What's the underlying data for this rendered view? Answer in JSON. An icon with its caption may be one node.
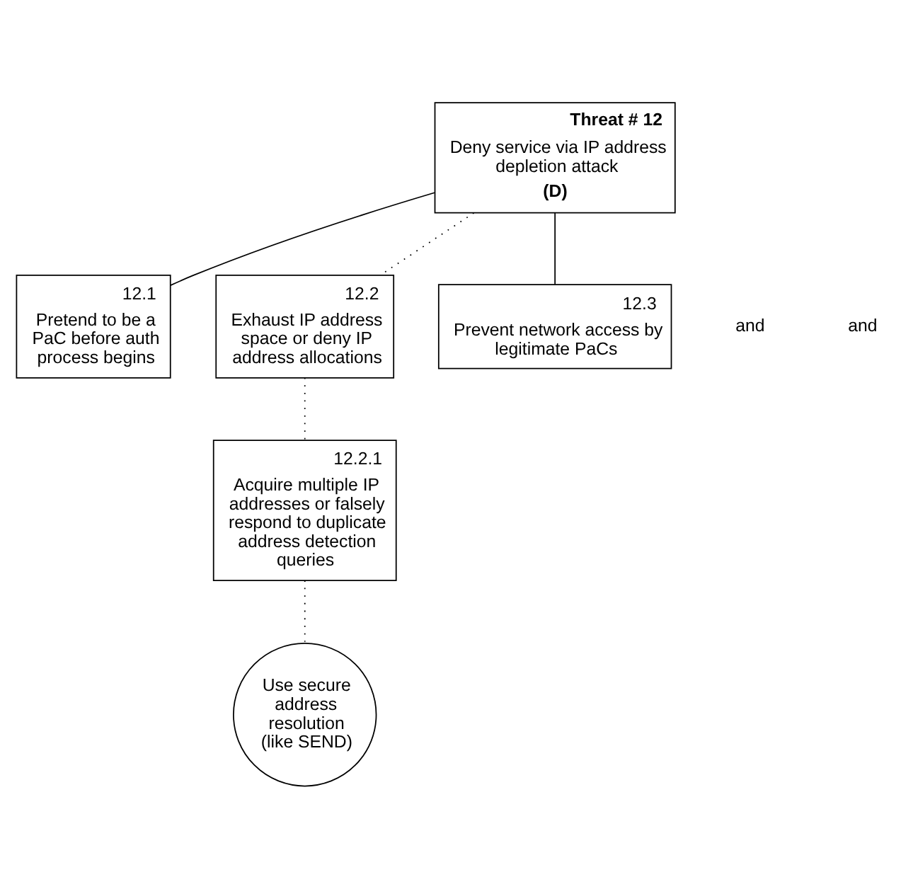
{
  "diagram": {
    "nodes": [
      {
        "text": [
          "Threat # 12",
          "Deny service via IP address depletion attack",
          "(D)"
        ]
      },
      {
        "text": [
          "12.1",
          "Pretend to be a PaC before auth process begins"
        ]
      },
      {
        "text": [
          "12.2",
          "Exhaust IP address space or deny IP address allocations"
        ]
      },
      {
        "text": [
          "12.3",
          "Prevent network access by legitimate PaCs"
        ]
      },
      {
        "text": [
          "12.2.1",
          "Acquire multiple IP addresses or falsely respond to duplicate address detection queries"
        ]
      },
      {
        "text": [
          "Use secure address resolution (like SEND)"
        ]
      }
    ],
    "edges": [
      {
        "from": 0,
        "to": 1,
        "arrow": "none"
      },
      {
        "from": 0,
        "to": 2,
        "arrow": "none",
        "style": "dashed"
      },
      {
        "from": 0,
        "to": 3,
        "arrow": "none"
      },
      {
        "from": 2,
        "to": 4,
        "arrow": "none",
        "style": "dashed"
      },
      {
        "from": 4,
        "to": 5,
        "arrow": "none",
        "style": "dashed"
      }
    ],
    "labels": [
      "and",
      "and"
    ]
  }
}
